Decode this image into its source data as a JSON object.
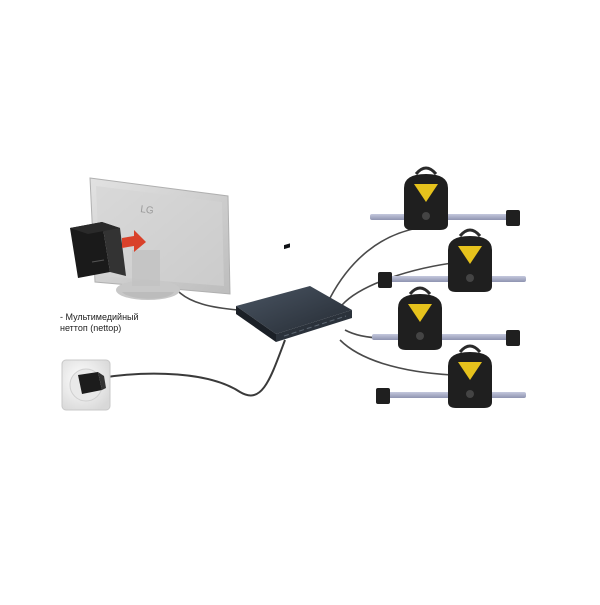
{
  "monitor": {
    "brand": "LG"
  },
  "nettop_caption": {
    "line1": "- Мультимедийный",
    "line2": "неттоп (nettop)"
  },
  "devices": {
    "count": 4
  },
  "colors": {
    "monitor": "#c9c9c9",
    "nettop": "#1a1a1a",
    "arrow": "#d9412a",
    "hub": "#2f3640",
    "clamp": "#1f1f1f",
    "clamp_badge": "#e6c21c",
    "rod": "#a9aec9",
    "cable": "#4a4a4a",
    "outlet": "#f2f2f2"
  }
}
